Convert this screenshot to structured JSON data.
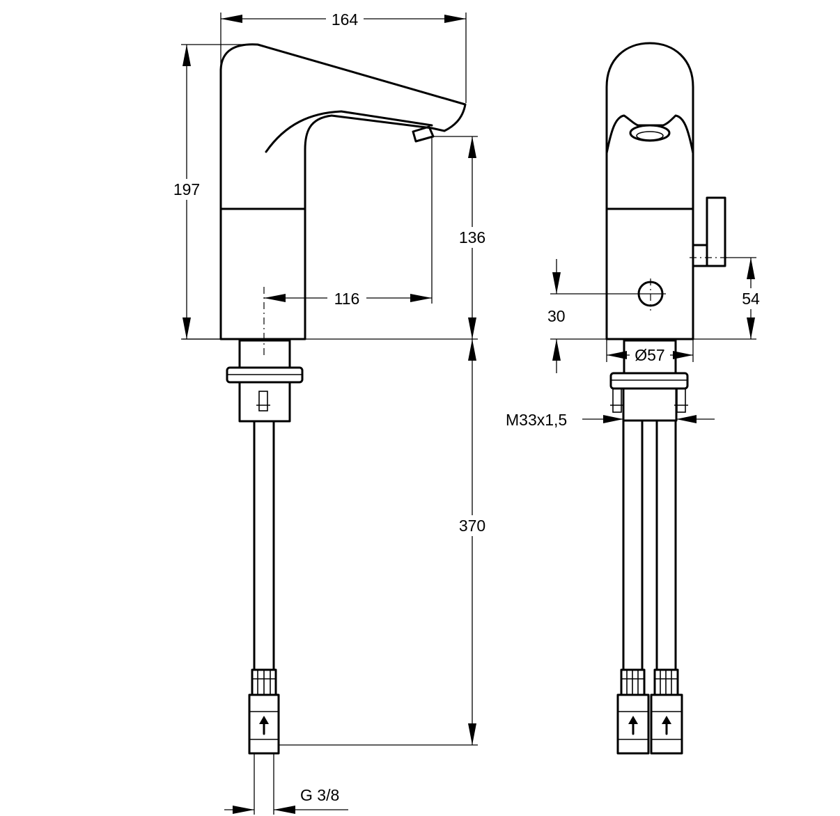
{
  "dimensions": {
    "width_164": "164",
    "height_197": "197",
    "height_136": "136",
    "reach_116": "116",
    "height_370": "370",
    "thread_g38": "G 3/8",
    "sensor_30": "30",
    "lever_54": "54",
    "diameter_57": "Ø57",
    "thread_m33": "M33x1,5"
  },
  "icons": [
    "flow-arrow-icon"
  ]
}
